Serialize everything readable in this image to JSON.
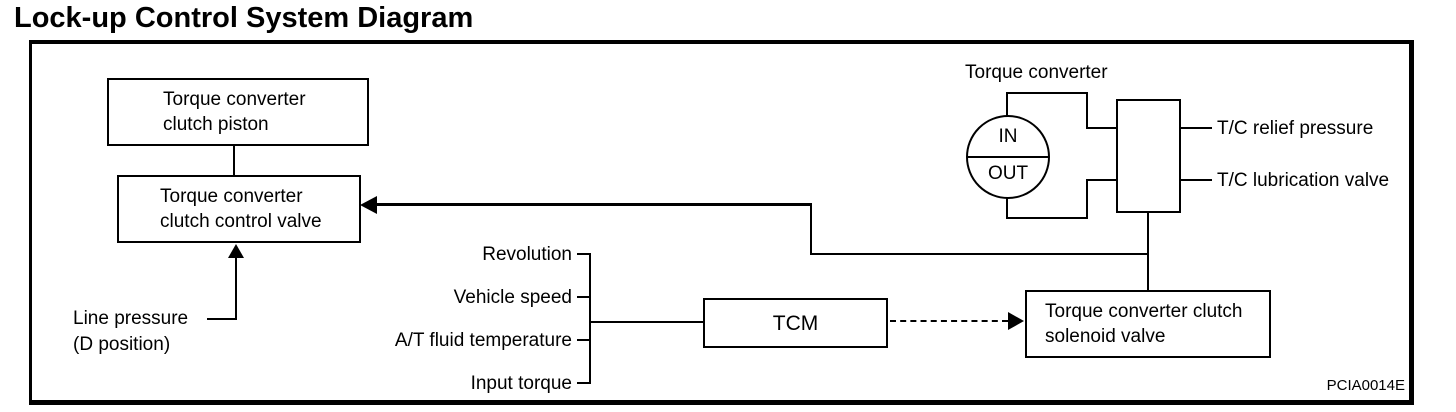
{
  "page_title": "Lock-up Control System Diagram",
  "figure_code": "PCIA0014E",
  "colors": {
    "ink": "#000000",
    "paper": "#ffffff"
  },
  "boxes": {
    "piston": {
      "line1": "Torque converter",
      "line2": "clutch piston"
    },
    "control_valve": {
      "line1": "Torque converter",
      "line2": "clutch control valve"
    },
    "tcm": {
      "label": "TCM"
    },
    "solenoid": {
      "line1": "Torque converter clutch",
      "line2": "solenoid valve"
    }
  },
  "torque_converter": {
    "label": "Torque converter",
    "in_label": "IN",
    "out_label": "OUT",
    "relief_label": "T/C relief pressure",
    "lubrication_label": "T/C lubrication valve"
  },
  "tcm_inputs": [
    "Revolution",
    "Vehicle speed",
    "A/T fluid temperature",
    "Input torque"
  ],
  "line_pressure": {
    "line1": "Line pressure",
    "line2": "(D position)"
  }
}
